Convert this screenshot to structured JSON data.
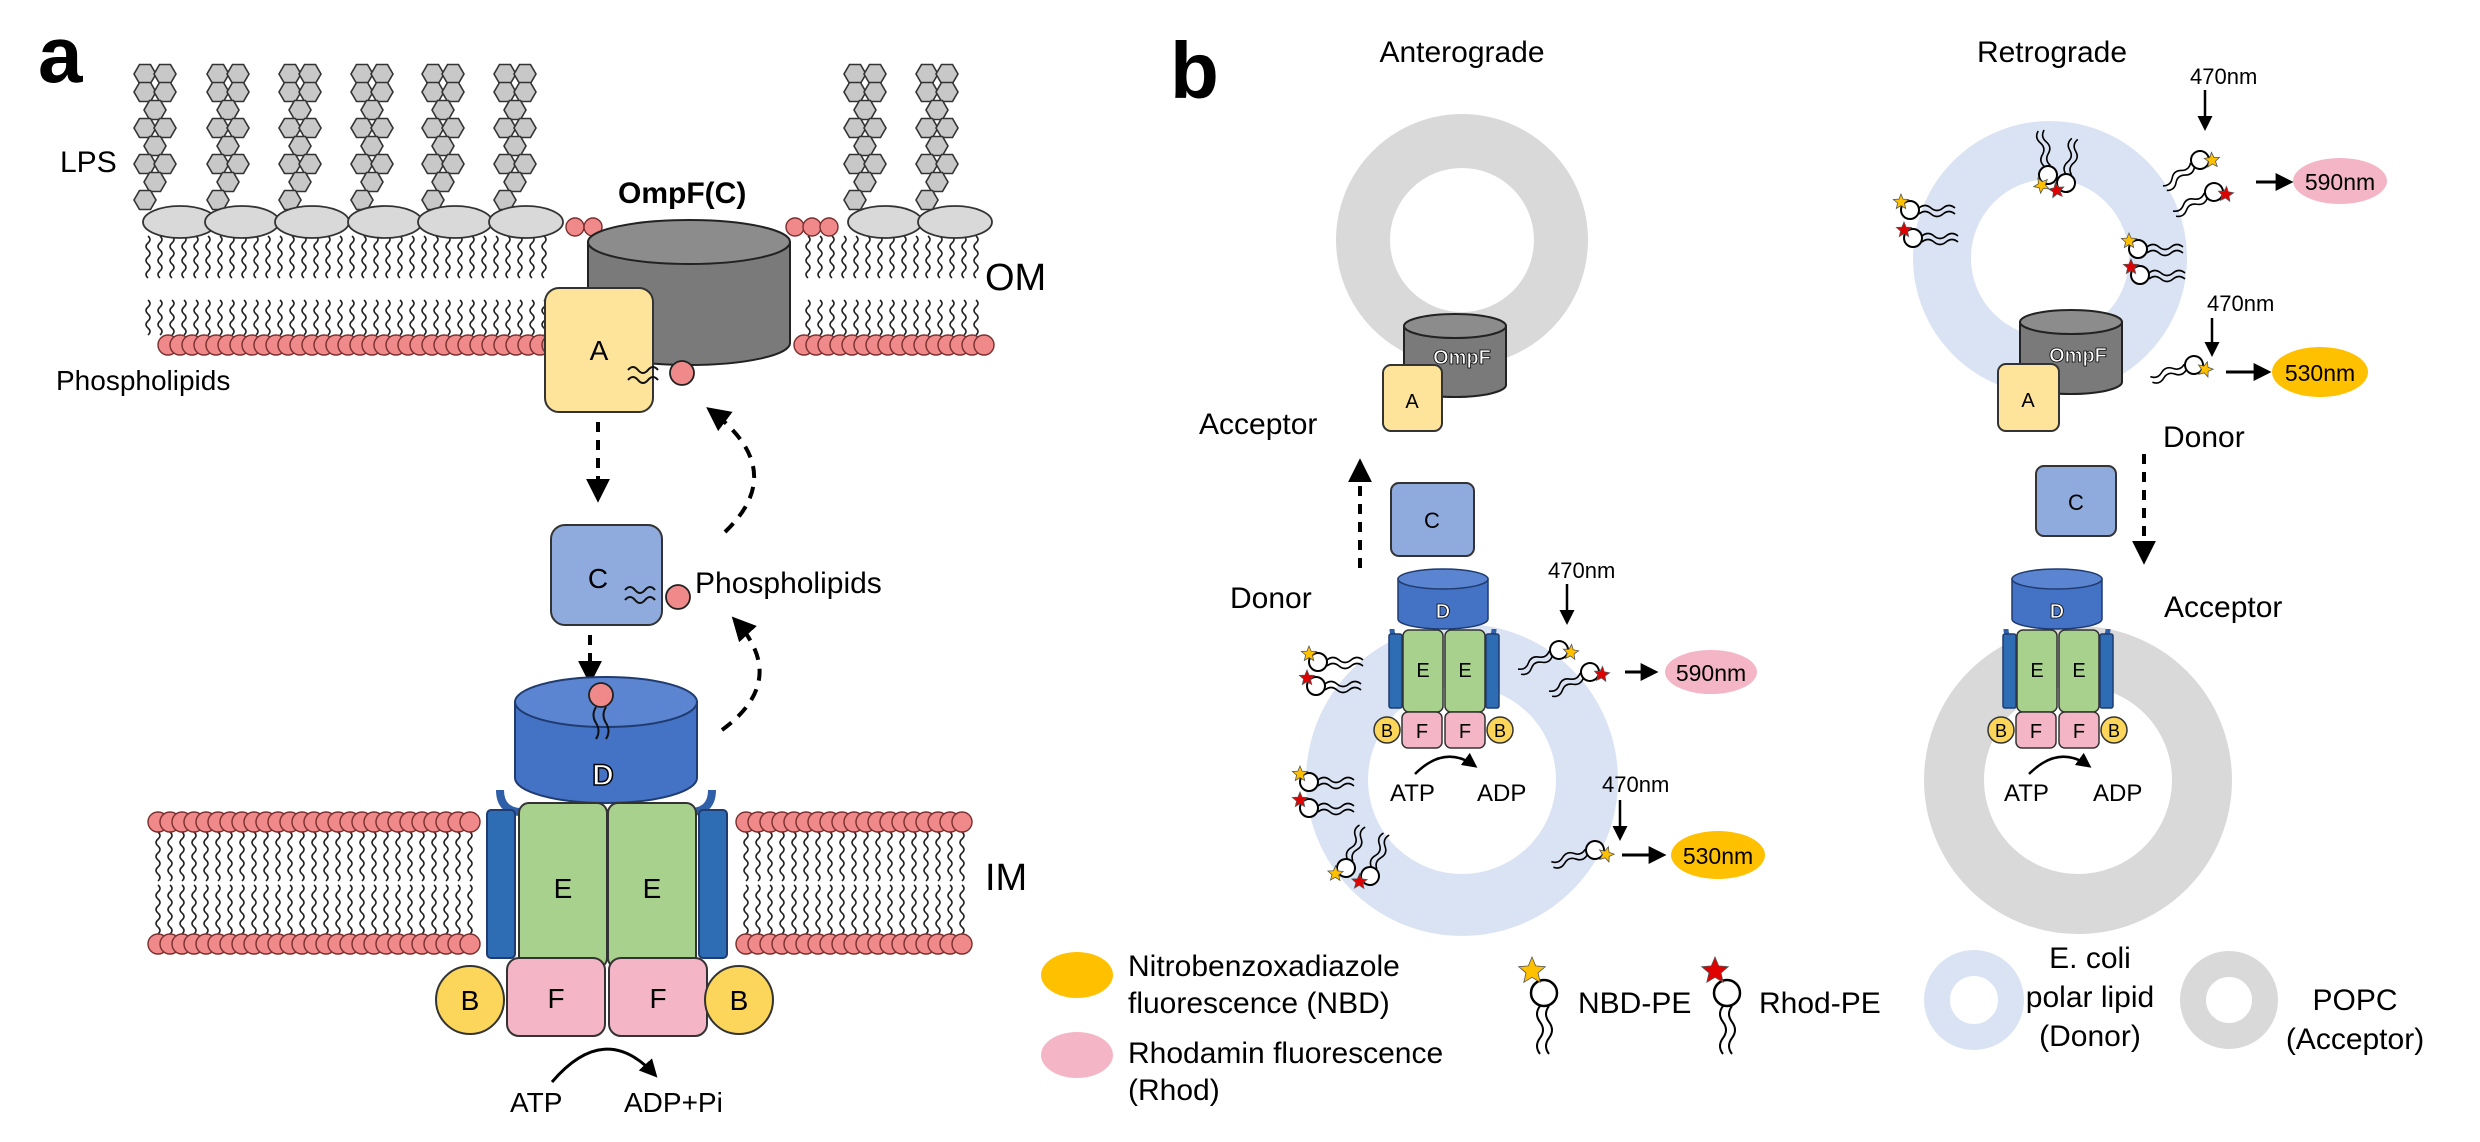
{
  "panel_a": {
    "letter": "a",
    "lps_label": "LPS",
    "ompf_label": "OmpF(C)",
    "om_label": "OM",
    "im_label": "IM",
    "phospholipids_label": "Phospholipids",
    "phospholipids_label_2": "Phospholipids",
    "atp_label": "ATP",
    "adp_label": "ADP+Pi",
    "proteins": {
      "a": "A",
      "b": "B",
      "c": "C",
      "d": "D",
      "e": "E",
      "f": "F"
    }
  },
  "panel_b": {
    "letter": "b",
    "anterograde": {
      "title": "Anterograde",
      "ompf": "OmpF",
      "acceptor_label": "Acceptor",
      "donor_label": "Donor",
      "wavelength_1": "470nm",
      "wavelength_2": "470nm",
      "emission_rhod": "590nm",
      "emission_nbd": "530nm",
      "atp": "ATP",
      "adp": "ADP"
    },
    "retrograde": {
      "title": "Retrograde",
      "ompf": "OmpF",
      "donor_label": "Donor",
      "acceptor_label": "Acceptor",
      "wavelength_1": "470nm",
      "wavelength_2": "470nm",
      "emission_rhod": "590nm",
      "emission_nbd": "530nm",
      "atp": "ATP",
      "adp": "ADP"
    },
    "proteins": {
      "a": "A",
      "b": "B",
      "c": "C",
      "d": "D",
      "e": "E",
      "f": "F"
    }
  },
  "legend": {
    "nbd_line1": "Nitrobenzoxadiazole",
    "nbd_line2": "fluorescence (NBD)",
    "rhod_line1": "Rhodamin fluorescence",
    "rhod_line2": "(Rhod)",
    "nbd_pe": "NBD-PE",
    "rhod_pe": "Rhod-PE",
    "donor_line1": "E. coli",
    "donor_line2": "polar lipid",
    "donor_line3": "(Donor)",
    "acceptor_line1": "POPC",
    "acceptor_line2": "(Acceptor)"
  },
  "colors": {
    "protein_a": "#fde49a",
    "protein_b": "#fbd65a",
    "protein_c": "#8faadc",
    "protein_d": "#4472c4",
    "protein_e": "#a9d18e",
    "protein_f": "#f4b6c7",
    "ompf": "#7a7a7a",
    "lipid_head": "#f08a8a",
    "nbd": "#ffc000",
    "rhod": "#f4b6c7",
    "donor_ring": "#dae3f3",
    "acceptor_ring": "#d9d9d9",
    "star_yellow": "#ffc000",
    "star_red": "#e00000"
  }
}
